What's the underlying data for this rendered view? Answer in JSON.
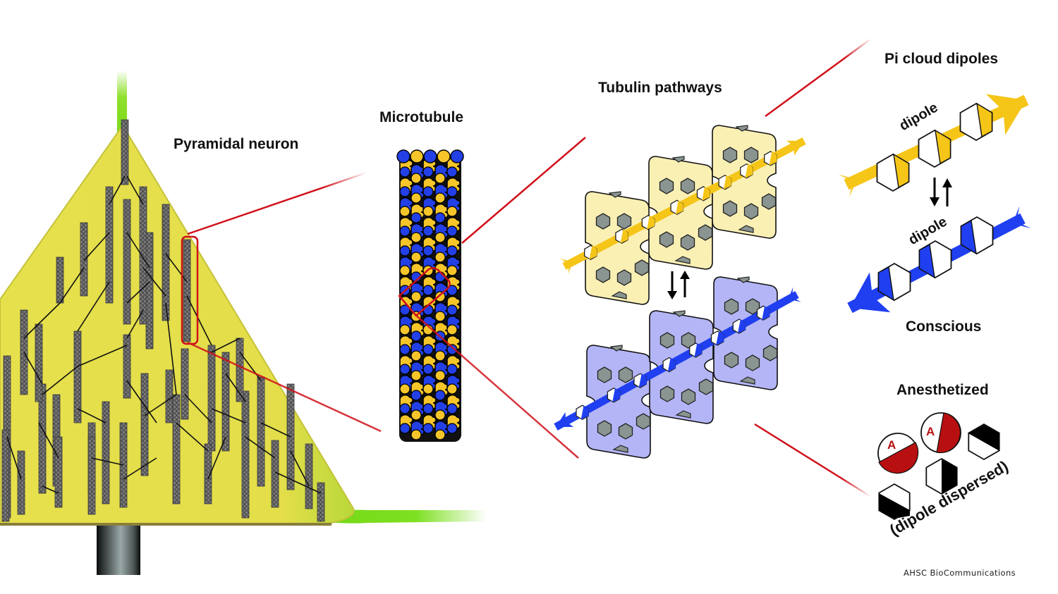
{
  "figure": {
    "credit": "AHSC BioCommunications",
    "colors": {
      "neuron_body": "#e4df4c",
      "neuron_edge": "#b9c23a",
      "dendrite_green": "#74e012",
      "microtubule_gray": "#6b6b6b",
      "tubulin_alpha": "#f5c52a",
      "tubulin_beta": "#2340e6",
      "callout_red": "#d0101a",
      "yellow_pathway": "#f5c518",
      "yellow_tubulin_fill": "#fbf0b4",
      "blue_pathway": "#1f3ff0",
      "blue_tubulin_fill": "#b3b5f6",
      "hexagon_gray": "#8a9490",
      "anesthetic_red": "#b81010"
    }
  },
  "panels": {
    "neuron": {
      "label": "Pyramidal neuron"
    },
    "microtubule": {
      "label": "Microtubule"
    },
    "pathways": {
      "label": "Tubulin pathways",
      "states": [
        {
          "name": "upper-yellow-pathway",
          "direction": "right-up"
        },
        {
          "name": "lower-blue-pathway",
          "direction": "left-down"
        }
      ],
      "switch_symbol": "⇅"
    },
    "dipoles": {
      "label": "Pi cloud dipoles",
      "upper_dipole_label": "dipole",
      "lower_dipole_label": "dipole",
      "switch_symbol": "⇅",
      "state_label": "Conscious"
    },
    "anesthetized": {
      "label": "Anesthetized",
      "anesthetic_symbol": "A",
      "caption": "(dipole dispersed)"
    }
  }
}
